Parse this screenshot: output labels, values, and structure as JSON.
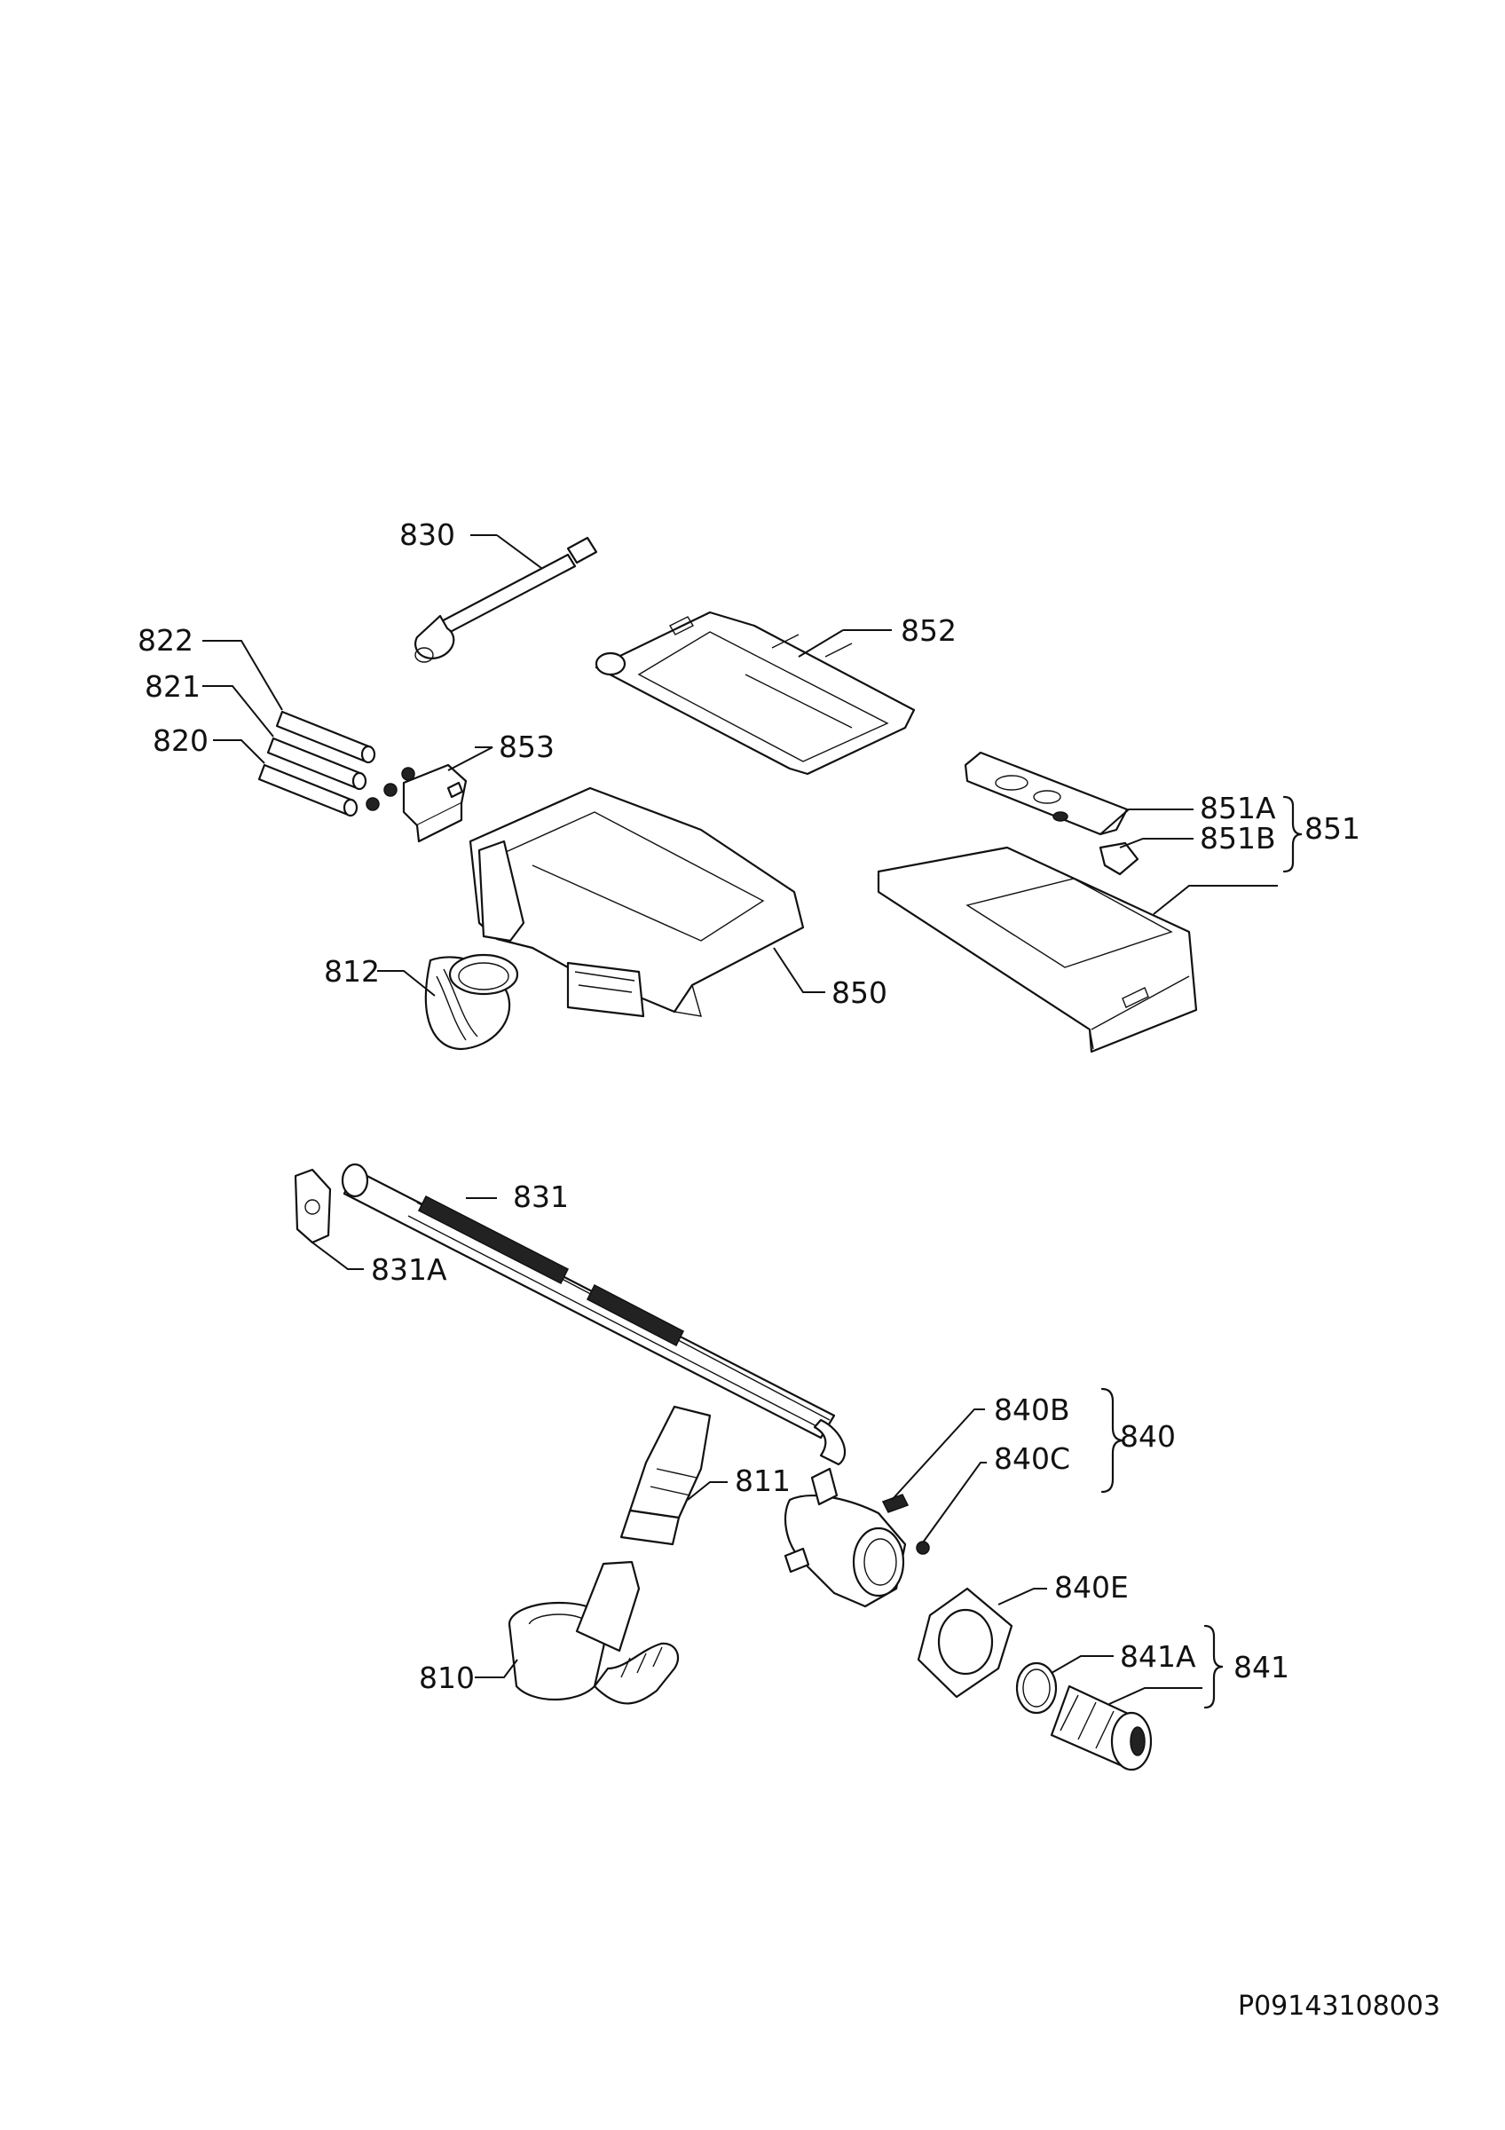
{
  "labels": {
    "p830": "830",
    "p852": "852",
    "p822": "822",
    "p821": "821",
    "p820": "820",
    "p853": "853",
    "p851A": "851A",
    "p851B": "851B",
    "p851": "851",
    "p812": "812",
    "p850": "850",
    "p831": "831",
    "p831A": "831A",
    "p840B": "840B",
    "p840C": "840C",
    "p840": "840",
    "p811": "811",
    "p840E": "840E",
    "p841A": "841A",
    "p841": "841",
    "p810": "810"
  },
  "drawing_code": "P09143108003"
}
